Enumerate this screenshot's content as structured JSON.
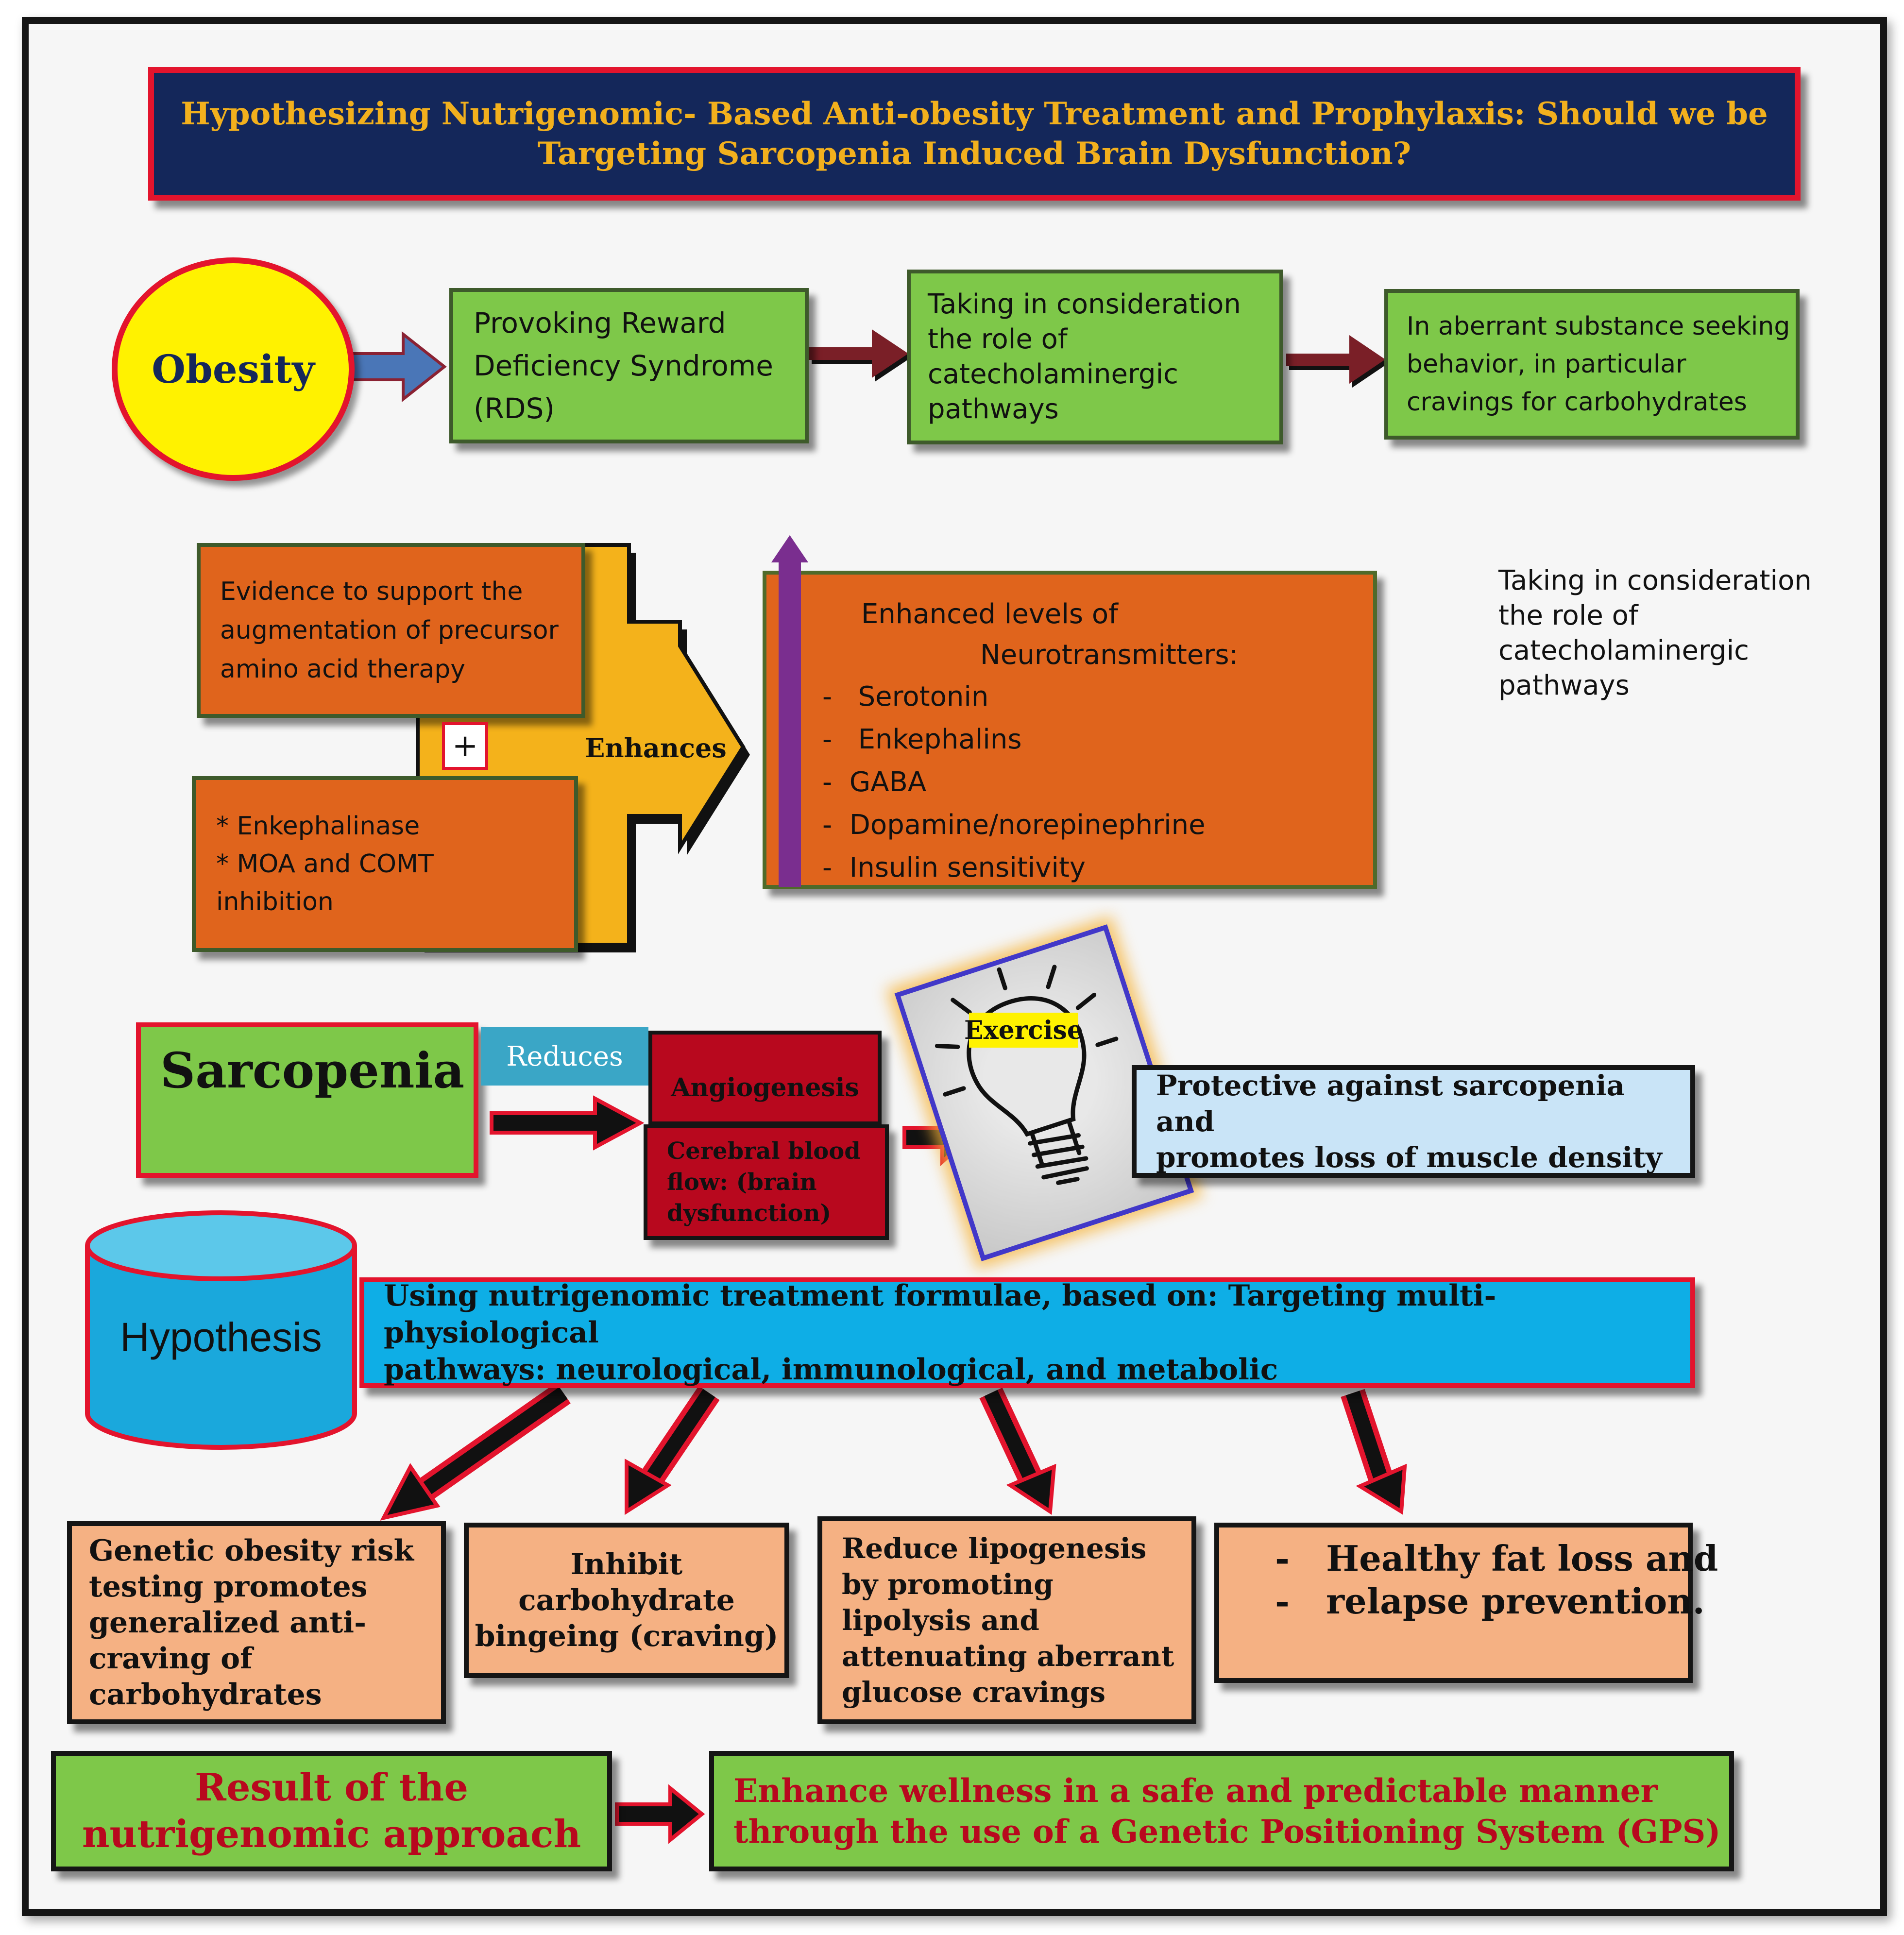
{
  "title": "Hypothesizing Nutrigenomic- Based Anti-obesity Treatment and Prophylaxis: Should we be\nTargeting Sarcopenia Induced Brain Dysfunction?",
  "row1": {
    "obesity": "Obesity",
    "rds": "Provoking Reward\nDeficiency Syndrome\n(RDS)",
    "catechol": "Taking in consideration\nthe role of\ncatecholaminergic\npathways",
    "aberrant": "In aberrant substance seeking\nbehavior, in particular\ncravings for carbohydrates"
  },
  "row2": {
    "evidence": "Evidence to support the\naugmentation of precursor\namino acid therapy",
    "plus": "+",
    "enkephalinase": "* Enkephalinase\n* MOA and COMT\ninhibition",
    "enhances": "Enhances",
    "nt_heading_1": "Enhanced levels of",
    "nt_heading_2": "Neurotransmitters:",
    "nt_items": [
      "-   Serotonin",
      "-   Enkephalins",
      "-  GABA",
      "-  Dopamine/norepinephrine",
      "-  Insulin sensitivity"
    ],
    "side_note": "Taking in consideration\nthe role of\ncatecholaminergic\npathways"
  },
  "row3": {
    "sarcopenia": "Sarcopenia",
    "reduces": "Reduces",
    "angiogenesis": "Angiogenesis",
    "cerebral": "Cerebral  blood\nflow: (brain\ndysfunction)",
    "exercise": "Exercise",
    "protective": "Protective against sarcopenia and\npromotes loss of muscle density"
  },
  "row4": {
    "hypothesis": "Hypothesis",
    "formulae": "Using nutrigenomic treatment formulae, based on: Targeting multi-physiological\npathways: neurological, immunological, and metabolic"
  },
  "outcomes": {
    "genetic": "Genetic obesity risk\ntesting promotes\ngeneralized anti-\ncraving of\ncarbohydrates",
    "inhibit": "Inhibit\ncarbohydrate\nbingeing (craving)",
    "reduce": "Reduce lipogenesis\nby promoting\nlipolysis and\nattenuating aberrant\nglucose cravings",
    "healthy_1": "-   Healthy fat loss and",
    "healthy_2": "-   relapse prevention."
  },
  "result": {
    "label": "Result of the\nnutrigenomic approach",
    "outcome": "Enhance wellness in a safe and predictable manner\nthrough the use of a Genetic Positioning System (GPS)"
  },
  "colors": {
    "title_bg": "#14275a",
    "title_text": "#f2b01d",
    "green": "#7ec849",
    "orange": "#e0641c",
    "peach": "#f5b183",
    "dark_red": "#b8081e",
    "cyan": "#1aa8dc",
    "red_border": "#e3142d",
    "yellow": "#fff200"
  },
  "icons": [
    "lightbulb-icon",
    "plus-icon",
    "block-arrow-icon",
    "up-arrow-icon"
  ]
}
